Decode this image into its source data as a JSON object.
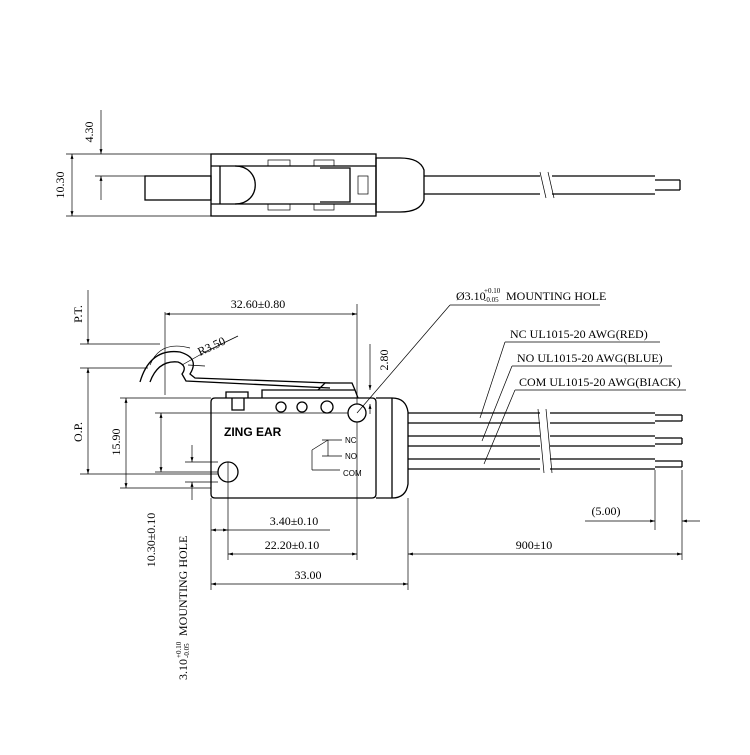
{
  "dimensions": {
    "top_height": "4.30",
    "top_width": "10.30",
    "body_length": "32.60±0.80",
    "lever_radius": "R3.50",
    "offset_2_80": "2.80",
    "pt_label": "P.T.",
    "op_label": "O.P.",
    "body_height": "15.90",
    "hole_height": "10.30±0.10",
    "hole_spacing": "3.40±0.10",
    "hole_to_hole": "22.20±0.10",
    "total_length": "33.00",
    "wire_length": "900±10",
    "strip_length": "(5.00)"
  },
  "mounting_hole_top": {
    "base": "Ø3.10",
    "tol_plus": "+0.10",
    "tol_minus": "-0.05",
    "suffix": "MOUNTING HOLE"
  },
  "mounting_hole_left": {
    "base": "3.10",
    "tol_plus": "+0.10",
    "tol_minus": "-0.05",
    "suffix": "MOUNTING HOLE"
  },
  "wires": [
    {
      "label": "NC UL1015-20 AWG(RED)"
    },
    {
      "label": "NO UL1015-20 AWG(BLUE)"
    },
    {
      "label": "COM UL1015-20 AWG(BIACK)"
    }
  ],
  "switch": {
    "brand": "ZING EAR",
    "terminals": [
      "NC",
      "NO",
      "COM"
    ]
  },
  "colors": {
    "line": "#000000",
    "background": "#ffffff"
  }
}
